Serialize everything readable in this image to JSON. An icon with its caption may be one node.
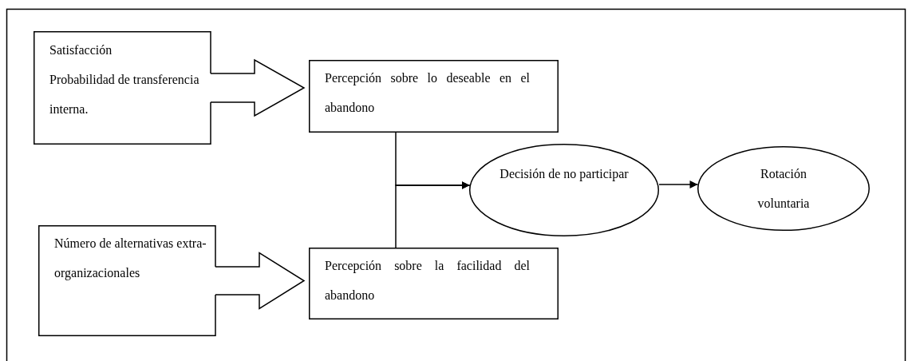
{
  "diagram": {
    "nodes": [
      {
        "text": [
          "Satisfacción",
          "Probabilidad de transferencia interna."
        ]
      },
      {
        "text": [
          "Percepción sobre lo deseable en el abandono"
        ]
      },
      {
        "text": [
          "Decisión de no participar"
        ]
      },
      {
        "text": [
          "Rotación voluntaria"
        ]
      },
      {
        "text": [
          "Número de alternativas extra-organizacionales"
        ]
      },
      {
        "text": [
          "Percepción sobre la facilidad del abandono"
        ]
      }
    ],
    "edges": [
      {
        "from": 0,
        "to": 1,
        "arrow": "to",
        "style": "thick"
      },
      {
        "from": 4,
        "to": 5,
        "arrow": "to",
        "style": "thick"
      },
      {
        "from": 1,
        "to": 2,
        "arrow": "to"
      },
      {
        "from": 5,
        "to": 2,
        "arrow": "to"
      },
      {
        "from": 2,
        "to": 3,
        "arrow": "to"
      }
    ]
  }
}
